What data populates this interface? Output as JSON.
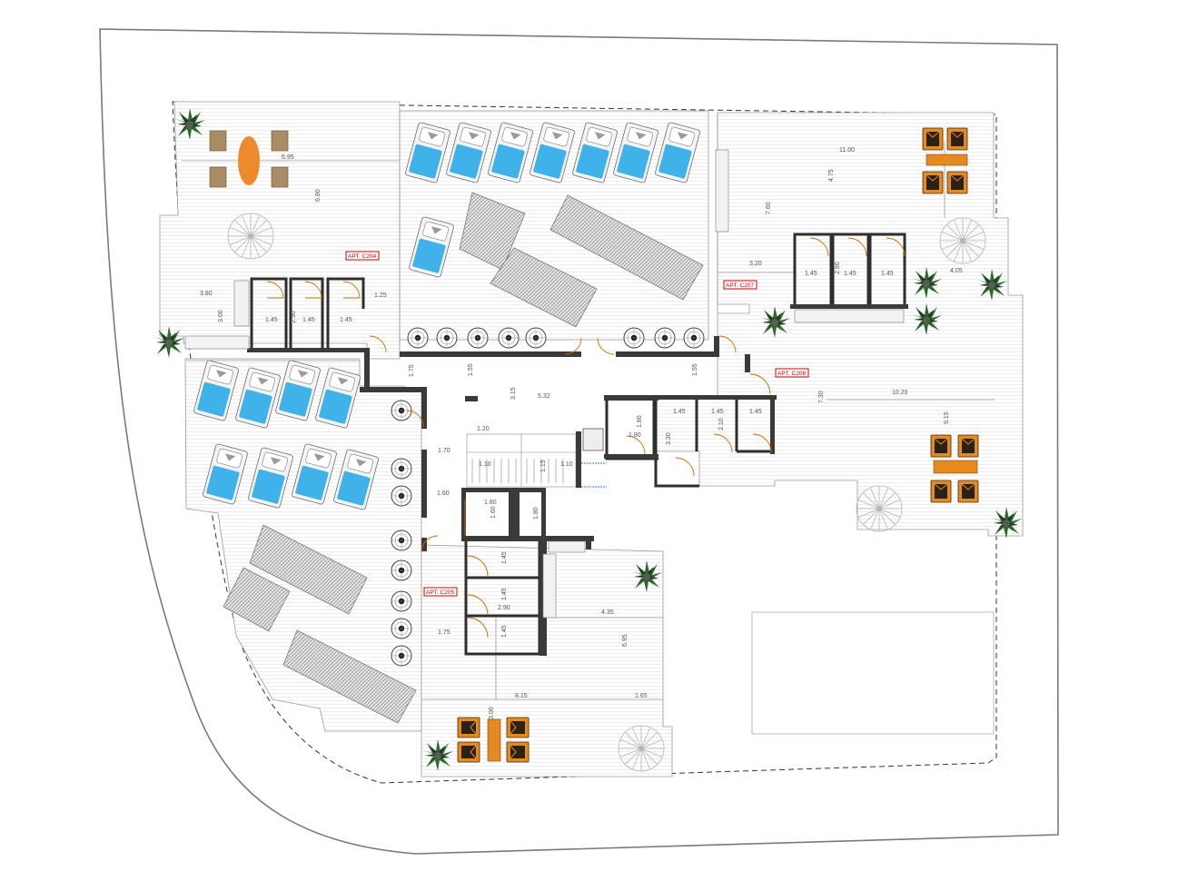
{
  "apartments": [
    {
      "label": "APT. C204"
    },
    {
      "label": "APT. C207"
    },
    {
      "label": "APT. C208"
    },
    {
      "label": "APT. C205"
    }
  ],
  "dimensions": {
    "d_680": "6.80",
    "d_650": "6.95",
    "d_380": "3.80",
    "d_300": "3.00",
    "d_125": "1.25",
    "d_145a": "1.45",
    "d_290a": "2.90",
    "d_145b": "1.45",
    "d_145c": "1.45",
    "d_1100": "11.00",
    "d_475": "4.75",
    "d_760": "7.60",
    "d_320": "3.20",
    "d_405": "4.05",
    "d_145d": "1.45",
    "d_290b": "2.90",
    "d_145e": "1.45",
    "d_145f": "1.45",
    "d_175a": "1.75",
    "d_155a": "1.55",
    "d_315": "3.15",
    "d_532": "5.32",
    "d_155b": "1.55",
    "d_1020": "10.20",
    "d_730": "7.30",
    "d_915": "9.15",
    "d_180a": "1.80",
    "d_180b": "1.80",
    "d_145g": "1.45",
    "d_145h": "1.45",
    "d_145i": "1.45",
    "d_210": "2.10",
    "d_330": "3.30",
    "d_170": "1.70",
    "d_120": "1.20",
    "d_110a": "1.10",
    "d_115": "1.15",
    "d_110b": "1.10",
    "d_160": "1.60",
    "d_180c": "1.80",
    "d_160b": "1.60",
    "d_180d": "1.80",
    "d_145j": "1.45",
    "d_290c": "2.90",
    "d_145k": "1.45",
    "d_145l": "1.45",
    "d_435": "4.35",
    "d_695": "6.95",
    "d_175b": "1.75",
    "d_815": "8.15",
    "d_165": "1.65",
    "d_300b": "3.00"
  },
  "colors": {
    "wall": "#3a3a3a",
    "deck_line": "#d8d8d8",
    "pool_water": "#3fb2ea",
    "furniture": "#e58a1f",
    "apt_label": "#c00000",
    "plant": "#2f6a2f"
  }
}
